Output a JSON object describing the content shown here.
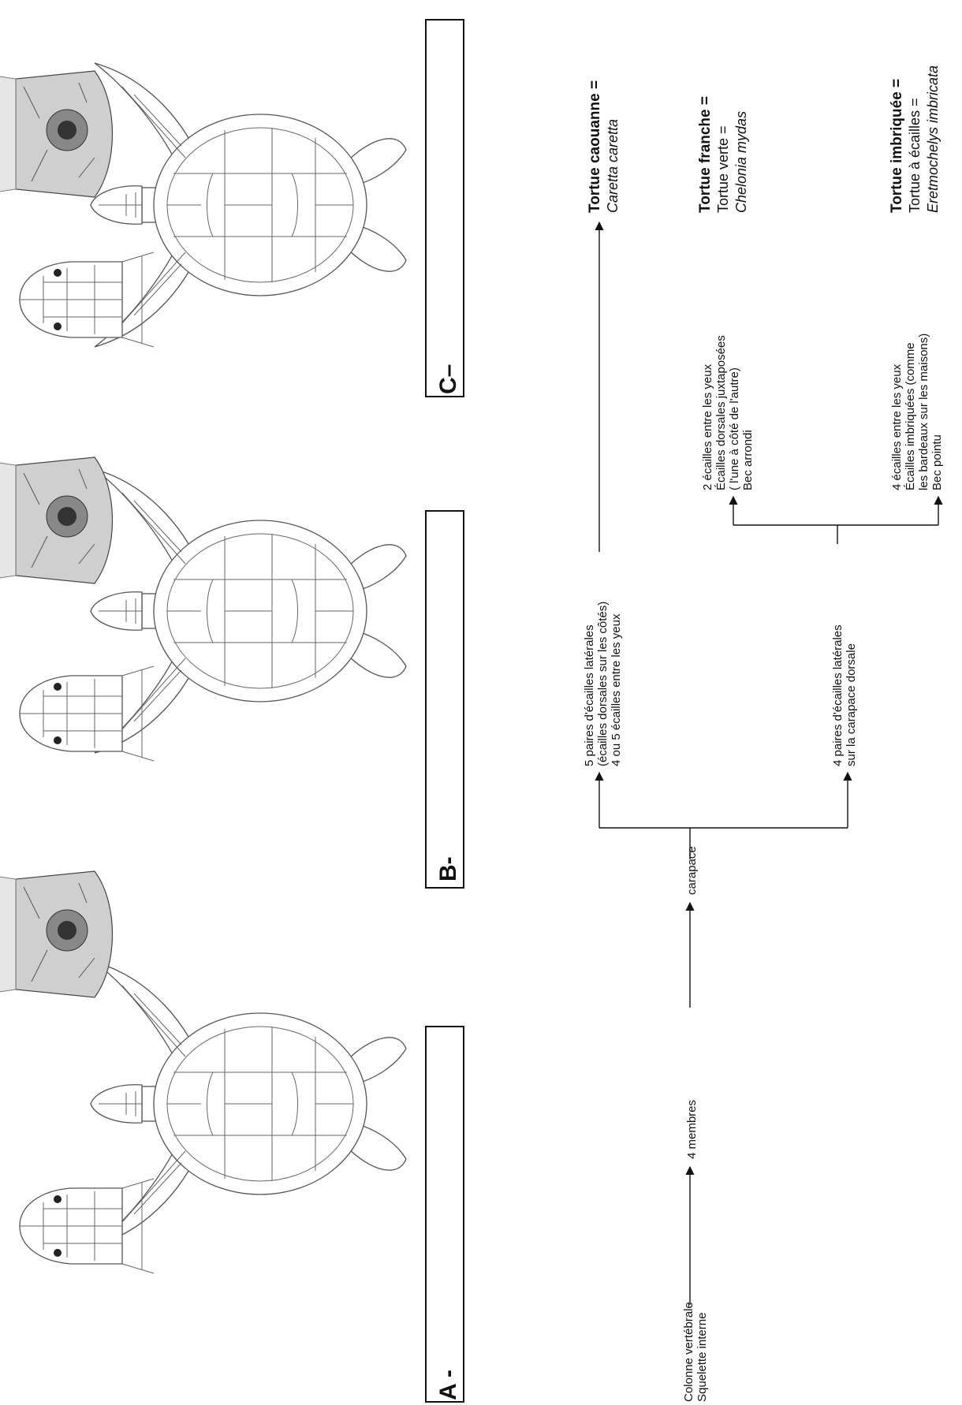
{
  "labels": {
    "box_a": "A -",
    "box_b": "B-",
    "box_c": "C–"
  },
  "tree": {
    "root_line1": "Colonne vertébrale",
    "root_line2": "Squelette interne",
    "membres": "4 membres",
    "carapace": "carapace",
    "five_pairs_line1": "5 paires d'écailles latérales",
    "five_pairs_line2": "(écailles dorsales sur les côtés)",
    "five_pairs_line3": "4 ou 5 écailles entre les yeux",
    "four_pairs_line1": "4 paires d'écailles latérales",
    "four_pairs_line2": "sur la carapace dorsale",
    "franche_traits_line1": "2 écailles entre les yeux",
    "franche_traits_line2": "Écailles dorsales juxtaposées",
    "franche_traits_line3": "( l'une à côté de l'autre)",
    "franche_traits_line4": "Bec arrondi",
    "imbriquee_traits_line1": "4 écailles entre les yeux",
    "imbriquee_traits_line2": "Écailles imbriquées (comme",
    "imbriquee_traits_line3": "les bardeaux sur les maisons)",
    "imbriquee_traits_line4": "Bec pointu"
  },
  "species": {
    "caouanne_name": "Tortue caouanne",
    "caouanne_eq": " =",
    "caouanne_latin": "Caretta caretta",
    "franche_name": "Tortue franche",
    "franche_eq": " =",
    "franche_alt": "Tortue verte =",
    "franche_latin": "Chelonia mydas",
    "imbriquee_name": "Tortue imbriquée",
    "imbriquee_eq": " =",
    "imbriquee_alt": "Tortue à écailles =",
    "imbriquee_latin": "Eretmochelys imbricata"
  }
}
